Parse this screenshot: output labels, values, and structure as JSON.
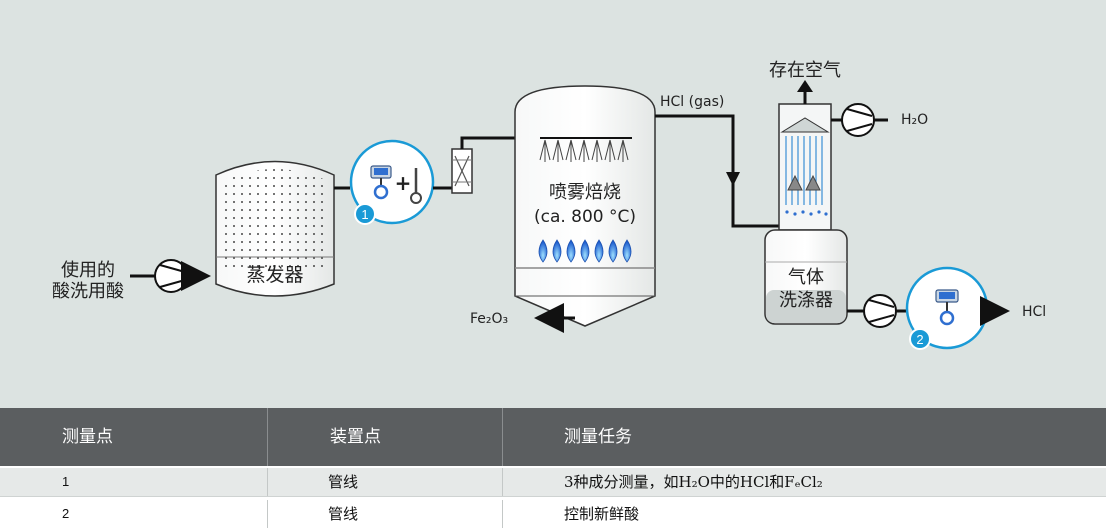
{
  "diagram": {
    "input_label_line1": "使用的",
    "input_label_line2": "酸洗用酸",
    "evaporator_label": "蒸发器",
    "roaster_label_line1": "喷雾焙烧",
    "roaster_label_line2": "(ca. 800 °C)",
    "hcl_gas_label": "HCl (gas)",
    "fe2o3_label": "Fe₂O₃",
    "air_label": "存在空气",
    "water_label": "H₂O",
    "scrubber_label_line1": "气体",
    "scrubber_label_line2": "洗涤器",
    "hcl_out_label": "HCl",
    "point1_badge": "1",
    "point2_badge": "2",
    "plus_sign": "+",
    "colors": {
      "measurement_blue": "#1a9ad6",
      "flame_blue": "#2b6fd6",
      "background": "#dce3e1"
    }
  },
  "table": {
    "headers": [
      "测量点",
      "装置点",
      "测量任务"
    ],
    "rows": [
      {
        "point": "1",
        "location": "管线",
        "task": "3种成分测量，如H₂O中的HCl和FₑCl₂"
      },
      {
        "point": "2",
        "location": "管线",
        "task": "控制新鲜酸"
      }
    ]
  }
}
